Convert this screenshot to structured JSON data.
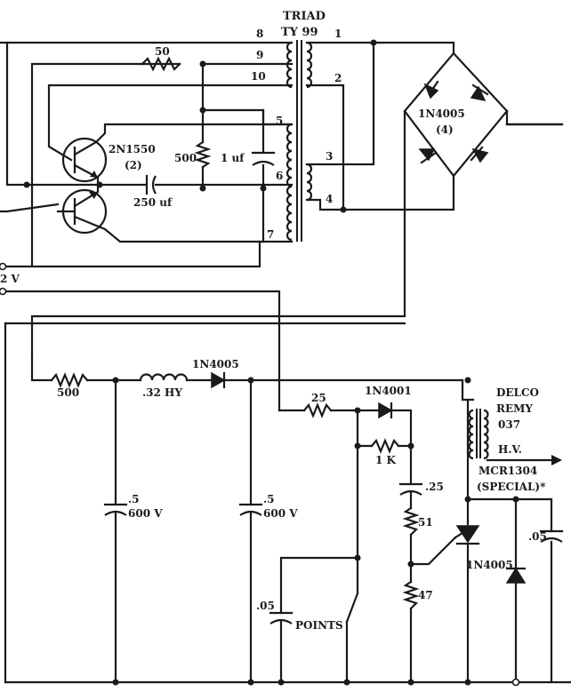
{
  "transformer": {
    "brand": "TRIAD",
    "model": "TY 99",
    "pins": [
      "8",
      "9",
      "10",
      "5",
      "6",
      "7",
      "1",
      "2",
      "3",
      "4"
    ]
  },
  "components": {
    "r50": "50",
    "transistor": "2N1550",
    "transistor_count": "(2)",
    "r500_base": "500",
    "c1uf": "1 uf",
    "c250uf": "250 uf",
    "bridge": "1N4005",
    "bridge_count": "(4)",
    "supply": "2 V",
    "r500_hv": "500",
    "inductor": ".32 HY",
    "diode_hv": "1N4005",
    "cap_a": ".5",
    "cap_a_v": "600 V",
    "cap_b": ".5",
    "cap_b_v": "600 V",
    "r25": "25",
    "diode_1n4001": "1N4001",
    "r1k": "1 K",
    "c25": ".25",
    "r51": "51",
    "r47": "47",
    "c05_points": ".05",
    "points": "POINTS",
    "coil_brand": "DELCO",
    "coil_brand2": "REMY",
    "coil_model": "037",
    "hv": "H.V.",
    "scr": "MCR1304",
    "scr_note": "(SPECIAL)*",
    "diode_clamp": "1N4005",
    "c05_out": ".05"
  }
}
